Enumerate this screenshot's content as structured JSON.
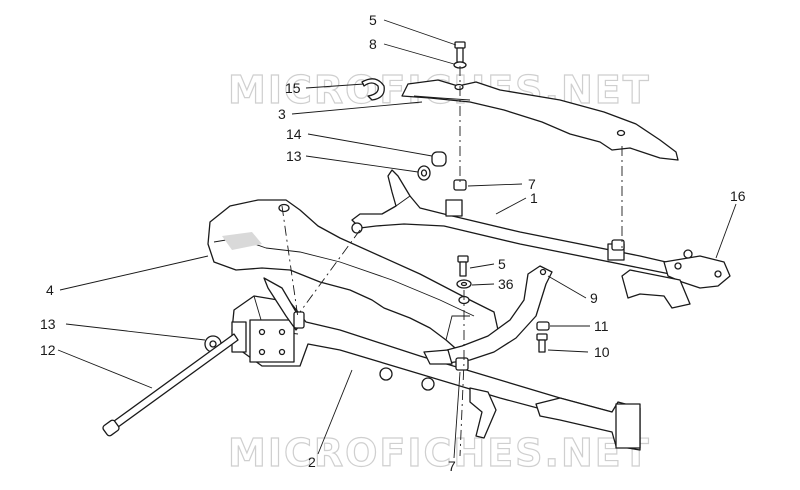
{
  "watermark": {
    "text": "MICROFICHES.NET"
  },
  "callouts": [
    {
      "number": "5"
    },
    {
      "number": "8"
    },
    {
      "number": "15"
    },
    {
      "number": "3"
    },
    {
      "number": "14"
    },
    {
      "number": "13"
    },
    {
      "number": "7"
    },
    {
      "number": "1"
    },
    {
      "number": "16"
    },
    {
      "number": "4"
    },
    {
      "number": "5"
    },
    {
      "number": "36"
    },
    {
      "number": "9"
    },
    {
      "number": "13"
    },
    {
      "number": "11"
    },
    {
      "number": "12"
    },
    {
      "number": "10"
    },
    {
      "number": "2"
    },
    {
      "number": "7"
    }
  ]
}
